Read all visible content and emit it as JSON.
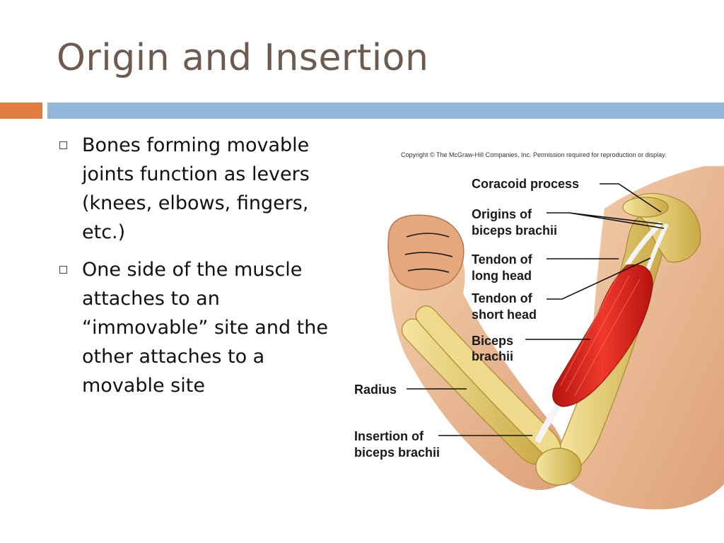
{
  "slide": {
    "title": "Origin and Insertion",
    "bullets": [
      "Bones forming movable joints function as levers (knees, elbows, fingers, etc.)",
      "One side of the muscle attaches to an “immovable” site and the other attaches to a movable site"
    ]
  },
  "figure": {
    "copyright": "Copyright © The McGraw-Hill Companies, Inc. Permission required for reproduction or display.",
    "labels": {
      "coracoid_process": "Coracoid process",
      "origins_line1": "Origins of",
      "origins_line2": "biceps brachii",
      "tendon_long_line1": "Tendon of",
      "tendon_long_line2": "long head",
      "tendon_short_line1": "Tendon of",
      "tendon_short_line2": "short head",
      "biceps_line1": "Biceps",
      "biceps_line2": "brachii",
      "radius": "Radius",
      "insertion_line1": "Insertion of",
      "insertion_line2": "biceps brachii"
    }
  },
  "colors": {
    "title": "#6e5a4e",
    "accent_orange": "#e07b41",
    "accent_blue": "#91b7d8",
    "skin": "#e8b48a",
    "bone": "#e9d47a",
    "muscle": "#d9261c"
  }
}
